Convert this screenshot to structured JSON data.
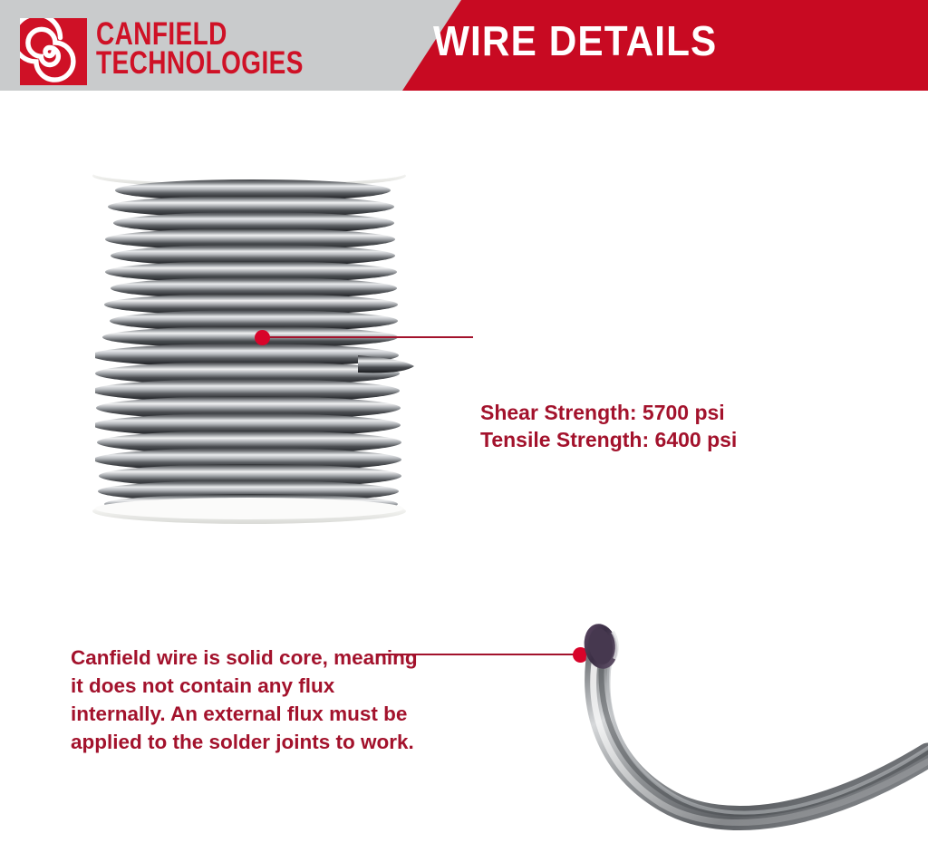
{
  "header": {
    "brand_line1": "CANFIELD",
    "brand_line2": "TECHNOLOGIES",
    "title": "WIRE DETAILS",
    "logo_icon": "spiral-logo-icon",
    "colors": {
      "red": "#c80a22",
      "brand_red": "#cf1126",
      "gray": "#c9cbcc",
      "white": "#ffffff"
    }
  },
  "annotations": {
    "spool": {
      "line1": "Shear Strength: 5700 psi",
      "line2": "Tensile Strength: 6400 psi",
      "dot_color": "#d8042a",
      "line_color": "#a3122c"
    },
    "wire": {
      "text": "Canfield wire is solid core, meaning it does not contain any flux internally. An external flux must be applied to the solder joints to work.",
      "dot_color": "#d8042a",
      "line_color": "#a3122c"
    }
  },
  "images": {
    "spool": {
      "name": "solder-wire-spool-photo",
      "coil_count": 20,
      "flange_color": "#f2f2f0",
      "wire_color": "#8f9194"
    },
    "wire": {
      "name": "solid-core-solder-wire-photo",
      "cut_end_color": "#4b3a52",
      "wire_color": "#9a9da0"
    }
  }
}
